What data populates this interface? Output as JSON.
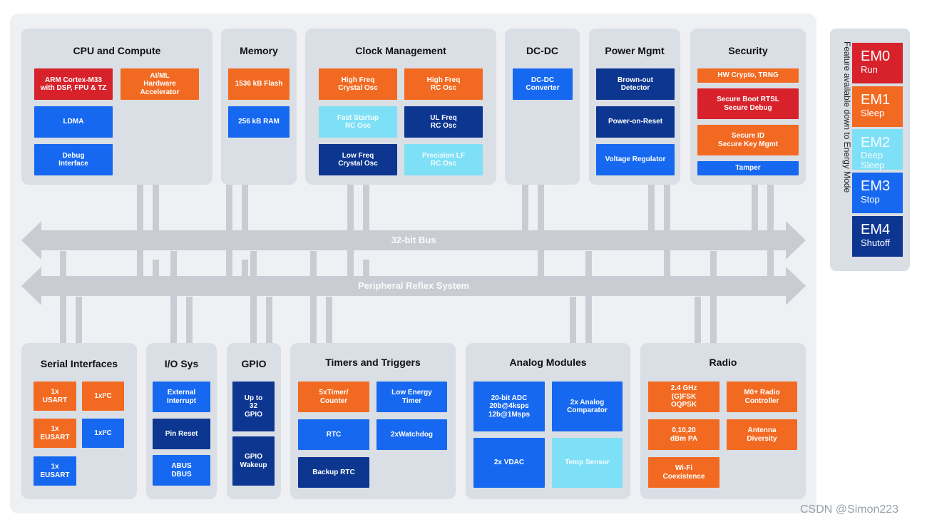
{
  "bus": {
    "main": "32-bit Bus",
    "prs": "Peripheral Reflex System"
  },
  "groups": {
    "cpu": {
      "title": "CPU and Compute",
      "blocks": [
        "ARM Cortex-M33\nwith DSP, FPU & TZ",
        "AI/ML\nHardware\nAccelerator",
        "LDMA",
        "Debug\nInterface"
      ]
    },
    "memory": {
      "title": "Memory",
      "blocks": [
        "1536 kB Flash",
        "256 kB RAM"
      ]
    },
    "clock": {
      "title": "Clock Management",
      "blocks": [
        "High Freq\nCrystal Osc",
        "High Freq\nRC Osc",
        "Fast Startup\nRC Osc",
        "UL Freq\nRC Osc",
        "Low Freq\nCrystal Osc",
        "Precision LF\nRC Osc"
      ]
    },
    "dcdc": {
      "title": "DC-DC",
      "blocks": [
        "DC-DC\nConverter"
      ]
    },
    "power": {
      "title": "Power Mgmt",
      "blocks": [
        "Brown-out\nDetector",
        "Power-on-Reset",
        "Voltage Regulator"
      ]
    },
    "security": {
      "title": "Security",
      "blocks": [
        "HW Crypto, TRNG",
        "Secure Boot RTSL\nSecure Debug",
        "Secure ID\nSecure Key Mgmt",
        "Tamper"
      ]
    },
    "serial": {
      "title": "Serial Interfaces",
      "blocks": [
        "1x\nUSART",
        "1xI²C",
        "1x\nEUSART",
        "1xI²C",
        "1x\nEUSART"
      ]
    },
    "io": {
      "title": "I/O Sys",
      "blocks": [
        "External\nInterrupt",
        "Pin Reset",
        "ABUS\nDBUS"
      ]
    },
    "gpio": {
      "title": "GPIO",
      "blocks": [
        "Up to\n32\nGPIO",
        "GPIO\nWakeup"
      ]
    },
    "timers": {
      "title": "Timers and Triggers",
      "blocks": [
        "5xTimer/\nCounter",
        "Low Energy\nTimer",
        "RTC",
        "2xWatchdog",
        "Backup RTC"
      ]
    },
    "analog": {
      "title": "Analog Modules",
      "blocks": [
        "20-bit ADC\n20b@4ksps\n12b@1Msps",
        "2x Analog\nComparator",
        "2x VDAC",
        "Temp Sensor"
      ]
    },
    "radio": {
      "title": "Radio",
      "blocks": [
        "2.4 GHz\n(G)FSK\nOQPSK",
        "M0+ Radio\nController",
        "0,10,20\ndBm PA",
        "Antenna\nDiversity",
        "Wi-Fi\nCoexistence"
      ]
    }
  },
  "legend": {
    "title": "Feature available down to Energy Mode",
    "modes": [
      {
        "code": "EM0",
        "name": "Run",
        "color": "#d7222b"
      },
      {
        "code": "EM1",
        "name": "Sleep",
        "color": "#f26a21"
      },
      {
        "code": "EM2",
        "name": "Deep\nSleep",
        "color": "#7ee0f6"
      },
      {
        "code": "EM3",
        "name": "Stop",
        "color": "#1768f0"
      },
      {
        "code": "EM4",
        "name": "Shutoff",
        "color": "#0d3691"
      }
    ]
  },
  "colors": {
    "em0": "#d7222b",
    "em1": "#f26a21",
    "em2": "#7ee0f6",
    "em3": "#1768f0",
    "em4": "#0d3691"
  },
  "watermark": "CSDN @Simon223"
}
